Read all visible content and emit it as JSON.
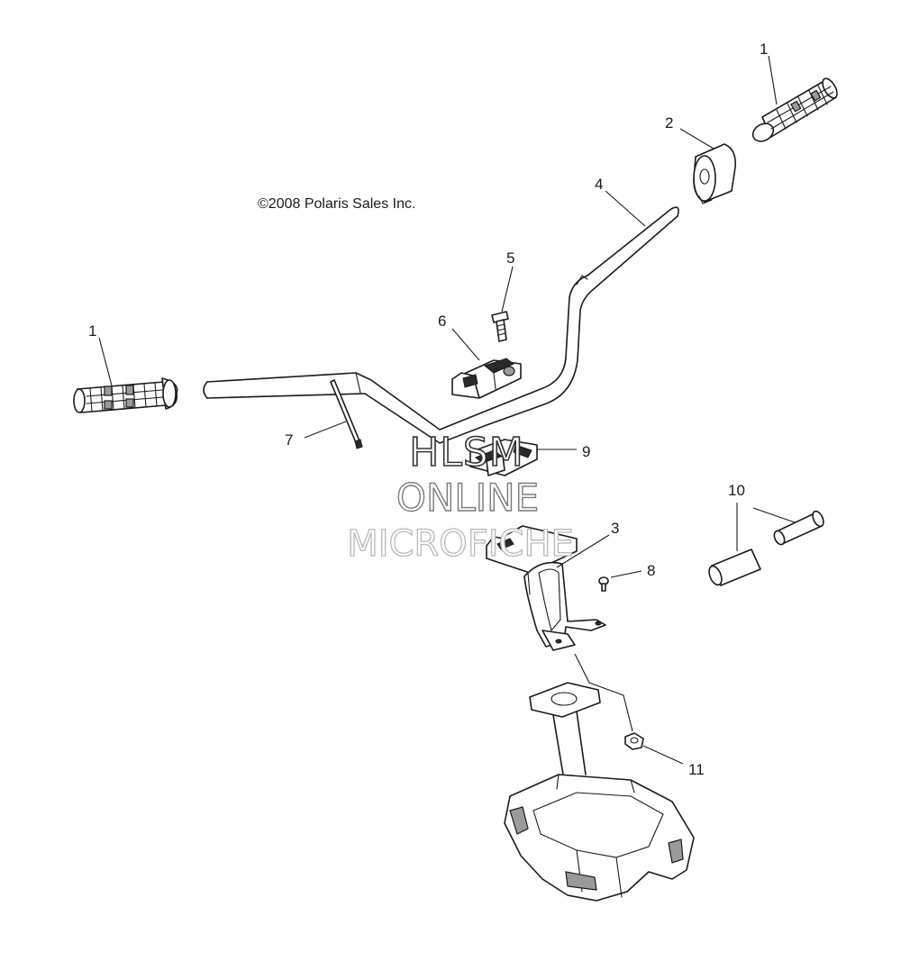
{
  "copyright": "©2008 Polaris Sales Inc.",
  "watermark": {
    "line1": "HLSM",
    "line2": "ONLINE",
    "line3": "MICROFICHE"
  },
  "callouts": {
    "grip_right": "1",
    "grip_left": "1",
    "throttle_housing": "2",
    "steering_post_bracket": "3",
    "handlebar": "4",
    "clamp_bolt": "5",
    "upper_clamp": "6",
    "cable": "7",
    "screw": "8",
    "lower_clamp": "9",
    "bar_end_parts": "10",
    "nut": "11"
  },
  "icons": {
    "grip": "grip-icon",
    "bolt": "bolt-icon",
    "clamp": "clamp-icon",
    "bracket": "bracket-icon"
  }
}
